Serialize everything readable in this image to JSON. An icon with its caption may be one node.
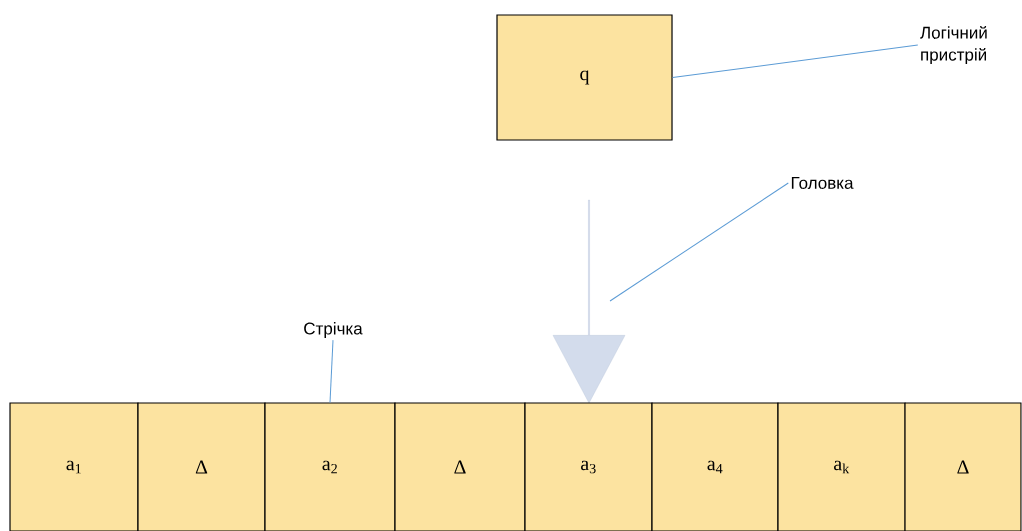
{
  "diagram": {
    "nodes": [
      {
        "text": [
          "q"
        ]
      },
      {
        "text": [
          "Логічний пристрій"
        ]
      },
      {
        "text": [],
        "shape": "arrow"
      },
      {
        "text": [
          "Головка"
        ]
      },
      {
        "text": [
          "Стрічка"
        ]
      },
      {
        "text": [
          "a$_{1}$"
        ]
      },
      {
        "text": [
          "Δ"
        ]
      },
      {
        "text": [
          "a$_{2}$"
        ]
      },
      {
        "text": [
          "Δ"
        ]
      },
      {
        "text": [
          "a$_{3}$"
        ]
      },
      {
        "text": [
          "a$_{4}$"
        ]
      },
      {
        "text": [
          "a$_{k}$"
        ]
      },
      {
        "text": [
          "Δ"
        ]
      }
    ],
    "edges": [
      {
        "from": 1,
        "to": 0,
        "arrow": "none"
      },
      {
        "from": 3,
        "to": 2,
        "arrow": "none"
      },
      {
        "from": 4,
        "to": 7,
        "arrow": "none"
      }
    ]
  }
}
